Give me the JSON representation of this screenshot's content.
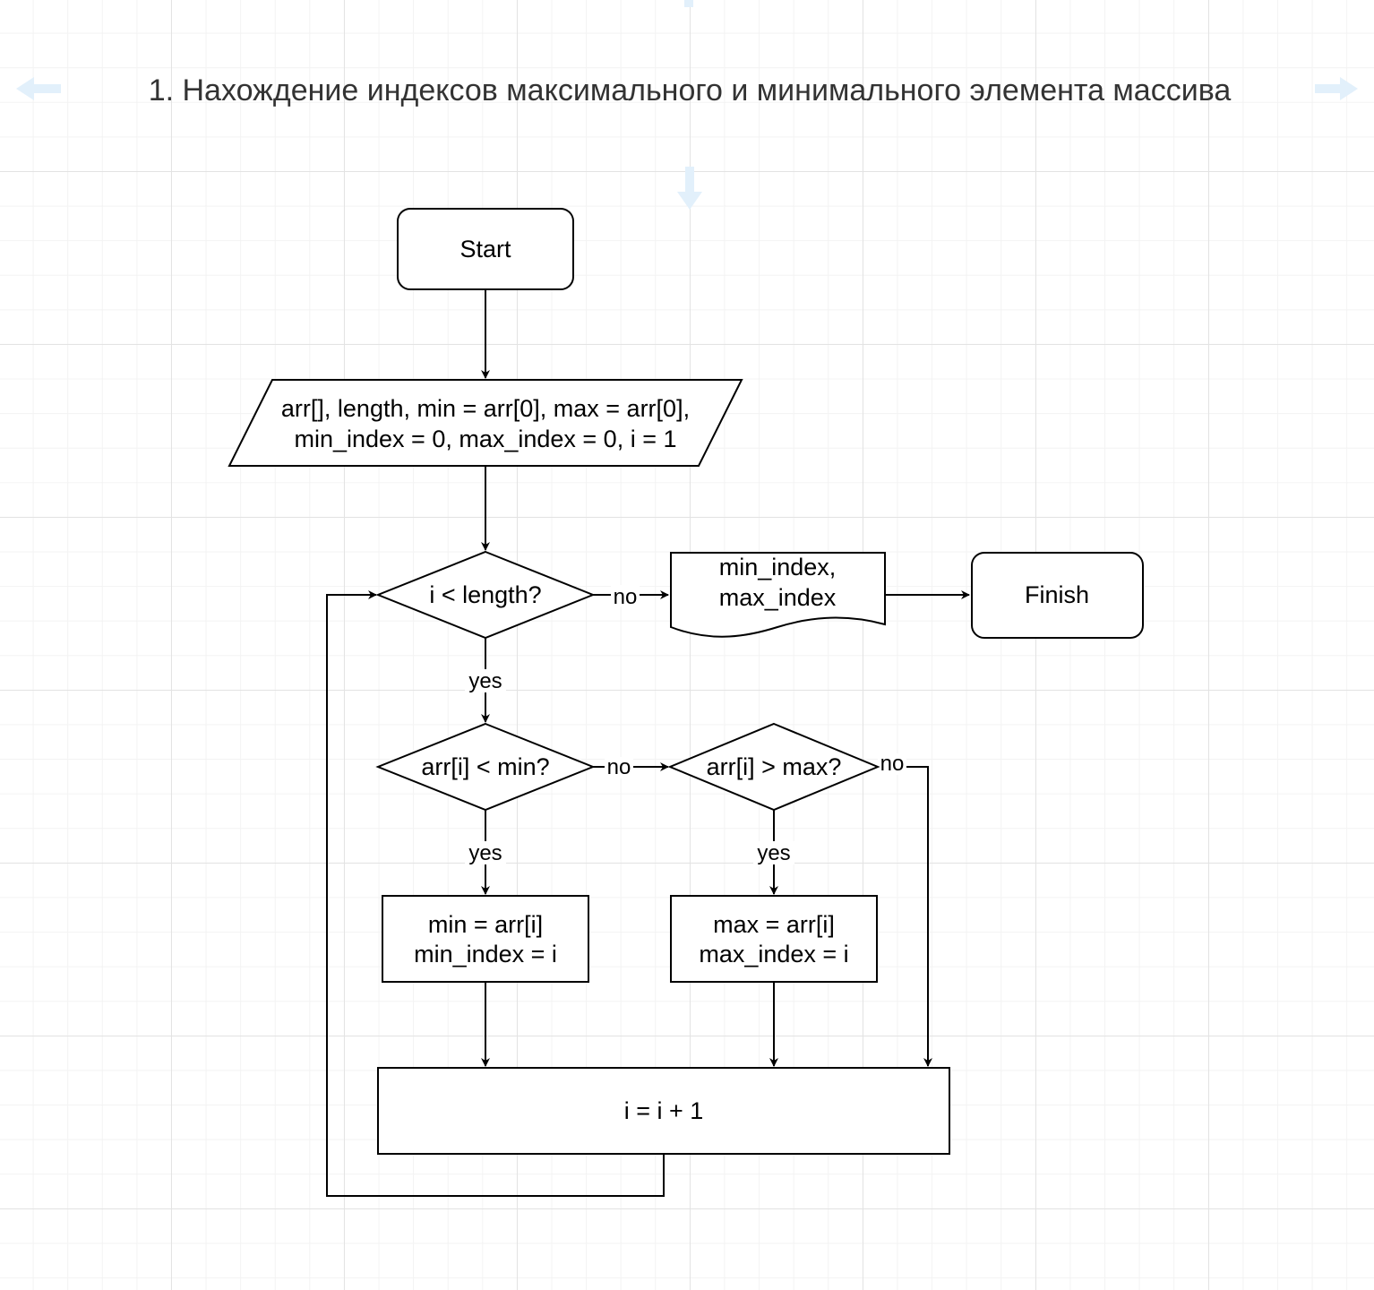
{
  "title": "1. Нахождение индексов максимального и минимального элемента массива",
  "nodes": {
    "start": "Start",
    "init_line1": "arr[], length, min = arr[0], max = arr[0],",
    "init_line2": "min_index = 0, max_index = 0, i = 1",
    "cond_loop": "i < length?",
    "output_line1": "min_index,",
    "output_line2": "max_index",
    "finish": "Finish",
    "cond_min": "arr[i] < min?",
    "cond_max": "arr[i] > max?",
    "set_min_line1": "min = arr[i]",
    "set_min_line2": "min_index = i",
    "set_max_line1": "max = arr[i]",
    "set_max_line2": "max_index = i",
    "increment": "i = i + 1"
  },
  "edge_labels": {
    "loop_no": "no",
    "loop_yes": "yes",
    "min_no": "no",
    "min_yes": "yes",
    "max_no": "no",
    "max_yes": "yes"
  },
  "colors": {
    "stroke": "#000000",
    "fill": "#ffffff",
    "title_text": "#333333",
    "guide_arrow": "#e2f0fb"
  }
}
